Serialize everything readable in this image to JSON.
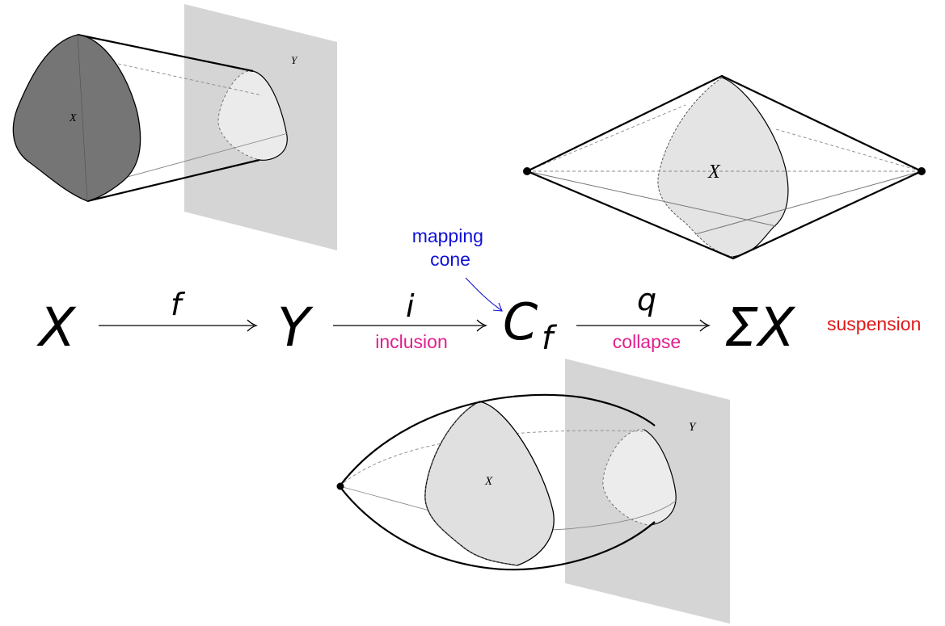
{
  "sequence": {
    "objects": [
      "X",
      "Y",
      "C",
      "f",
      "ΣX"
    ],
    "maps": {
      "f": "f",
      "i": "i",
      "q": "q"
    }
  },
  "annotations": {
    "mapping_cone_line1": "mapping",
    "mapping_cone_line2": "cone",
    "inclusion": "inclusion",
    "collapse": "collapse",
    "suspension": "suspension"
  },
  "figure_labels": {
    "cylinder_x": "X",
    "cylinder_y": "Y",
    "suspension_x": "X",
    "cone_x": "X",
    "cone_y": "Y"
  },
  "colors": {
    "mapping_cone": "#1010d8",
    "inclusion_collapse": "#e0208c",
    "suspension": "#e01818",
    "sheet": "#d5d5d5",
    "dark_base": "#757575",
    "light_section": "#e4e4e4"
  }
}
